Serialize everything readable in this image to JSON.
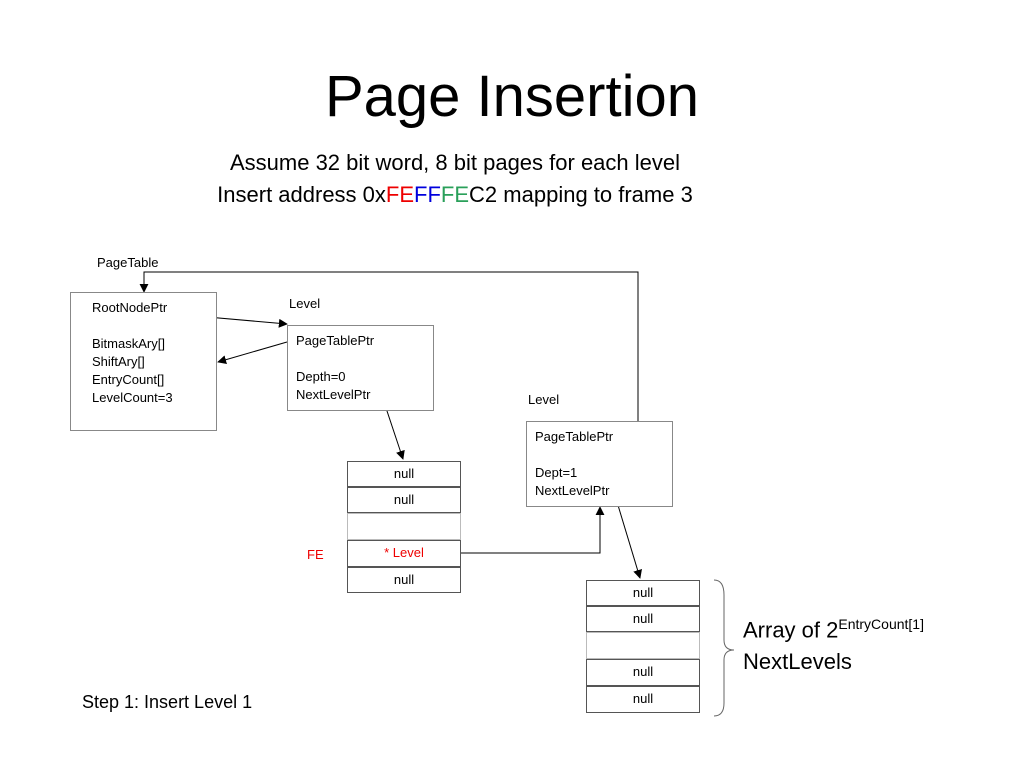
{
  "title": "Page Insertion",
  "subtitle": {
    "line1": "Assume 32 bit word, 8 bit pages for each level",
    "line2_prefix": "Insert address 0x",
    "hex_parts": [
      {
        "text": "FE",
        "color": "#ee0000"
      },
      {
        "text": "FF",
        "color": "#0000dd"
      },
      {
        "text": "FE",
        "color": "#2aa05a"
      }
    ],
    "line2_suffix": "C2 mapping to frame 3"
  },
  "page_table": {
    "label": "PageTable",
    "fields": "RootNodePtr\n\nBitmaskAry[]\nShiftAry[]\nEntryCount[]\nLevelCount=3"
  },
  "level0": {
    "label": "Level",
    "fields": "PageTablePtr\n\nDepth=0\nNextLevelPtr"
  },
  "level1": {
    "label": "Level",
    "fields": "PageTablePtr\n\nDept=1\nNextLevelPtr"
  },
  "array0": {
    "cells": [
      "null",
      "null",
      "",
      "* Level",
      "null"
    ],
    "index_label": "FE"
  },
  "array1": {
    "cells": [
      "null",
      "null",
      "",
      "null",
      "null"
    ]
  },
  "array_label": {
    "prefix": "Array of 2",
    "superscript": "EntryCount[1]",
    "line2": "NextLevels"
  },
  "step": "Step 1:  Insert Level 1"
}
